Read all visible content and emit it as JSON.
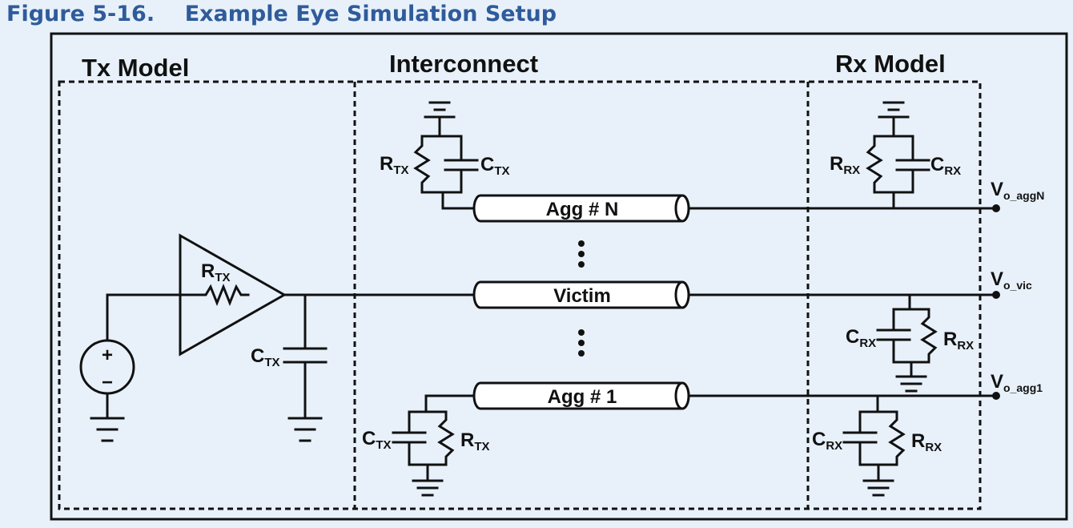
{
  "figure": {
    "number": "Figure 5-16.",
    "title": "Example Eye Simulation Setup"
  },
  "blocks": {
    "tx": "Tx Model",
    "interconnect": "Interconnect",
    "rx": "Rx Model"
  },
  "lines": {
    "agg_n": "Agg # N",
    "victim": "Victim",
    "agg_1": "Agg # 1"
  },
  "components": {
    "r_main": "R",
    "c_main": "C",
    "tx_sub": "TX",
    "rx_sub": "RX"
  },
  "outputs": {
    "v": "V",
    "agg_n": "o_aggN",
    "vic": "o_vic",
    "agg_1": "o_agg1"
  },
  "source": {
    "plus": "+",
    "minus": "−"
  }
}
